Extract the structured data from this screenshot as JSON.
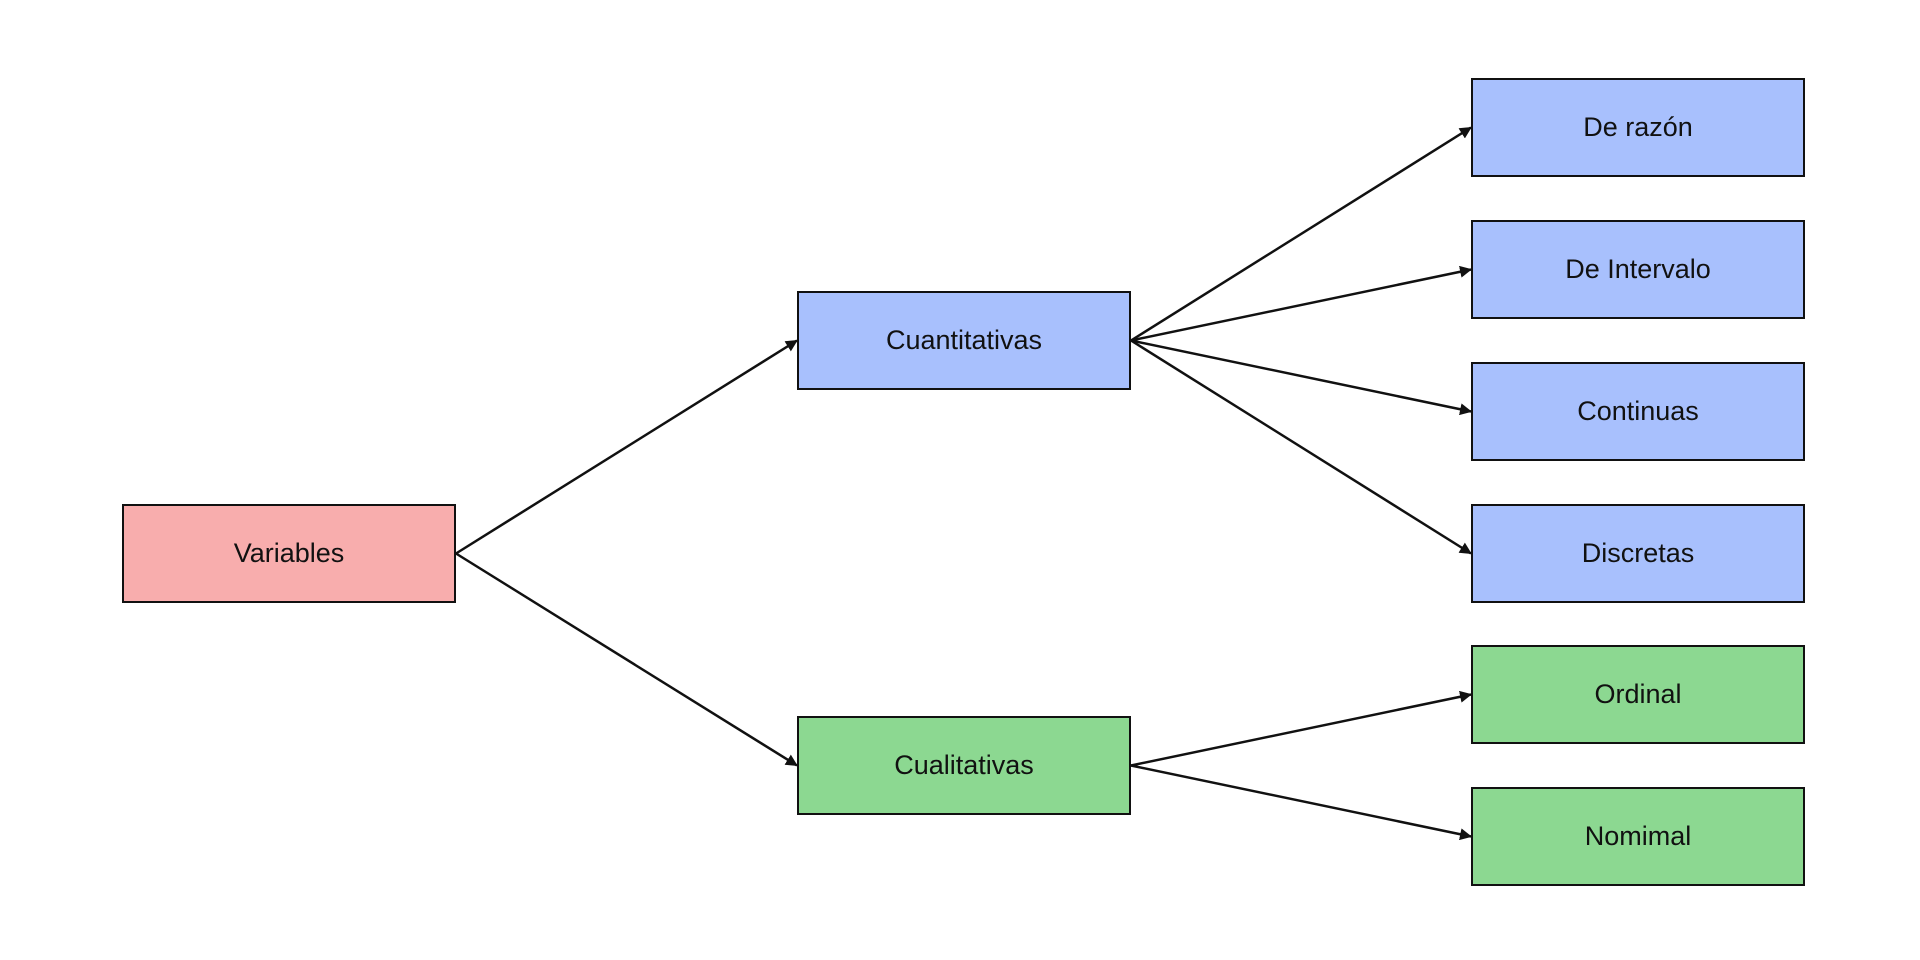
{
  "colors": {
    "root": "#f8adad",
    "quantitative": "#a8c0fd",
    "qualitative": "#8cd891",
    "stroke": "#111111"
  },
  "nodes": {
    "root": {
      "label": "Variables",
      "group": "root"
    },
    "cuantitativas": {
      "label": "Cuantitativas",
      "group": "quantitative"
    },
    "cualitativas": {
      "label": "Cualitativas",
      "group": "qualitative"
    },
    "de_razon": {
      "label": "De razón",
      "group": "quantitative"
    },
    "de_intervalo": {
      "label": "De Intervalo",
      "group": "quantitative"
    },
    "continuas": {
      "label": "Continuas",
      "group": "quantitative"
    },
    "discretas": {
      "label": "Discretas",
      "group": "quantitative"
    },
    "ordinal": {
      "label": "Ordinal",
      "group": "qualitative"
    },
    "nomimal": {
      "label": "Nomimal",
      "group": "qualitative"
    }
  },
  "edges": [
    {
      "from": "root",
      "to": "cuantitativas"
    },
    {
      "from": "root",
      "to": "cualitativas"
    },
    {
      "from": "cuantitativas",
      "to": "de_razon"
    },
    {
      "from": "cuantitativas",
      "to": "de_intervalo"
    },
    {
      "from": "cuantitativas",
      "to": "continuas"
    },
    {
      "from": "cuantitativas",
      "to": "discretas"
    },
    {
      "from": "cualitativas",
      "to": "ordinal"
    },
    {
      "from": "cualitativas",
      "to": "nomimal"
    }
  ]
}
